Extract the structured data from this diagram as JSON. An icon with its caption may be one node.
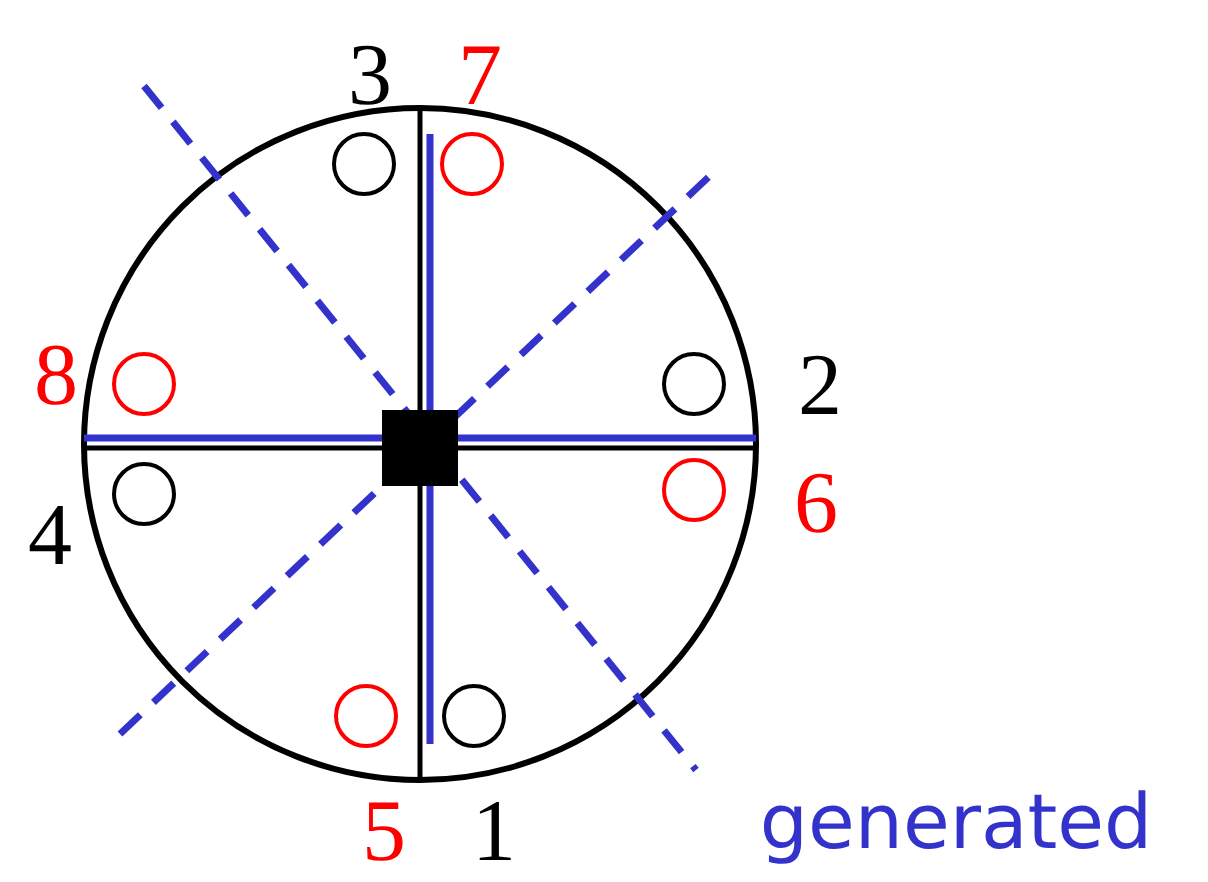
{
  "diagram": {
    "labels": [
      "3",
      "7",
      "8",
      "2",
      "6",
      "4",
      "5",
      "1",
      "generated"
    ]
  }
}
